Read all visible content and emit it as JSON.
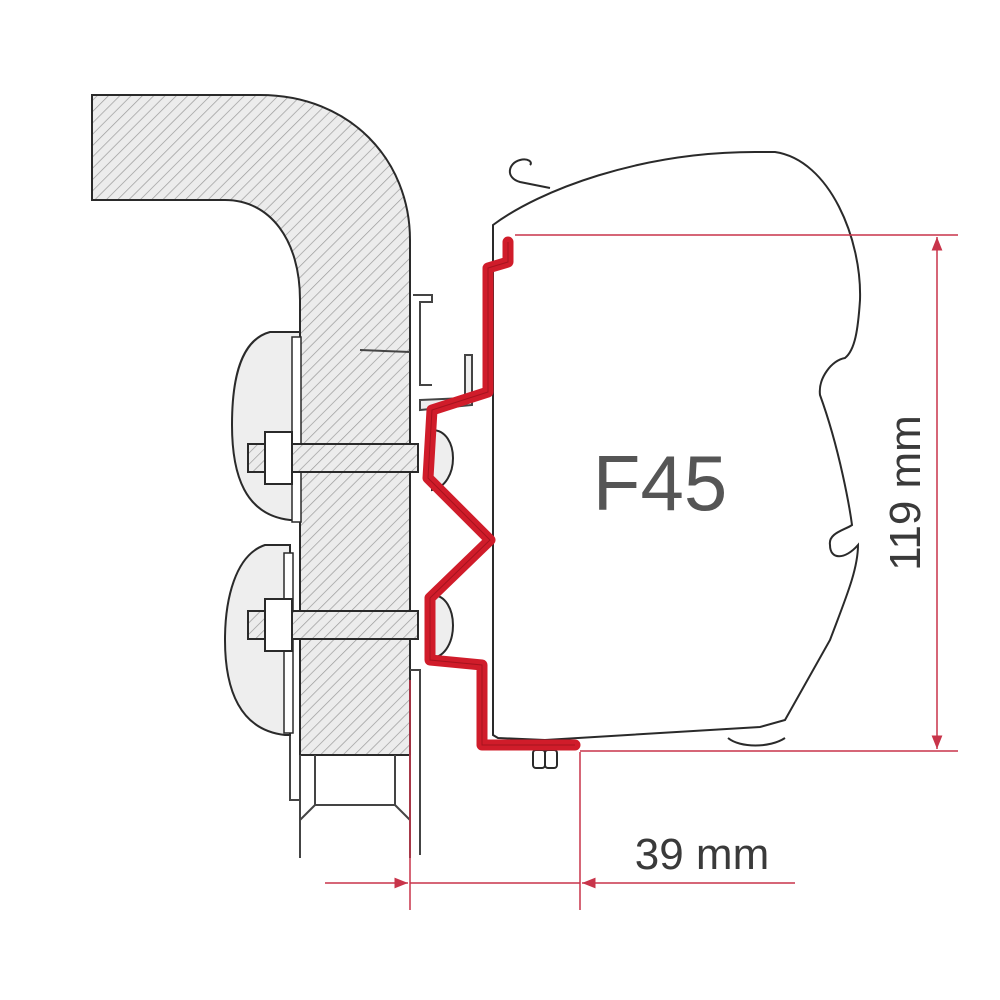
{
  "diagram": {
    "awning_label": "F45",
    "height_dimension": "119 mm",
    "offset_dimension": "39 mm"
  },
  "colors": {
    "bracket": "#d01c2a",
    "dimension_lines": "#c8344a",
    "outline": "#2a2a2a",
    "wall_fill": "#e6e6e6",
    "spacer_fill": "#eeeeee"
  }
}
